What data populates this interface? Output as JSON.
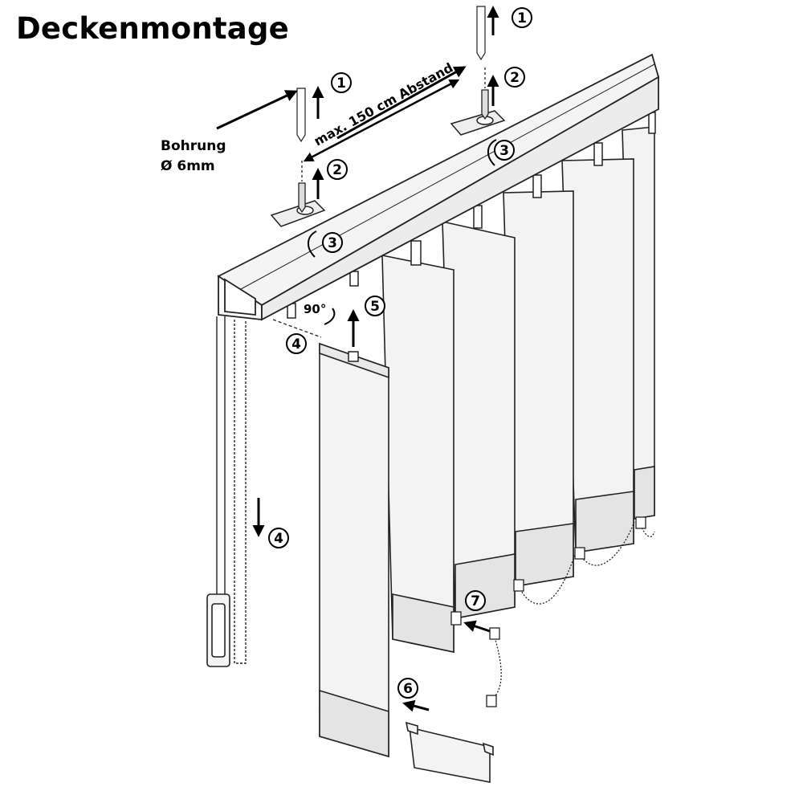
{
  "title": "Deckenmontage",
  "annotations": {
    "drill_line1": "Bohrung",
    "drill_line2": "Ø 6mm",
    "spacing": "max. 150 cm Abstand",
    "angle": "90°"
  },
  "steps": [
    "1",
    "2",
    "3",
    "4",
    "5",
    "6",
    "7"
  ],
  "colors": {
    "line": "#222222",
    "panel": "#f3f3f3",
    "panel_edge": "#e2e2e2",
    "rail": "#f4f4f4",
    "background": "#ffffff"
  }
}
